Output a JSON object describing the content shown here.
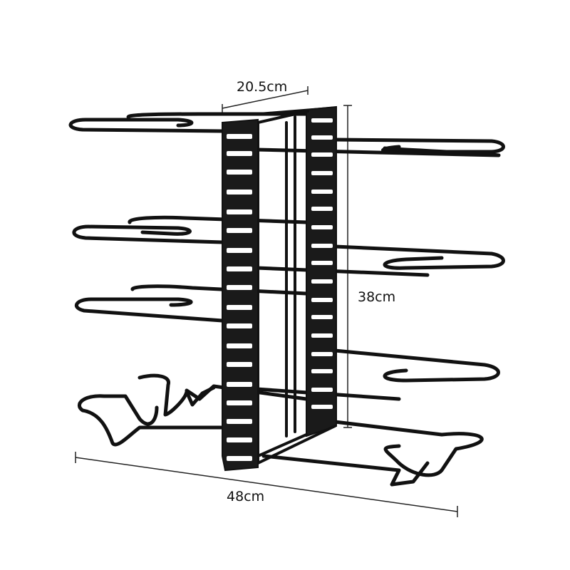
{
  "product": {
    "dimensions": {
      "width_label": "20.5cm",
      "height_label": "38cm",
      "length_label": "48cm"
    }
  },
  "colors": {
    "background": "#ffffff",
    "wire": "#111111",
    "panel": "#1a1a1a",
    "slot": "#ffffff",
    "dimension_line": "#222222"
  }
}
